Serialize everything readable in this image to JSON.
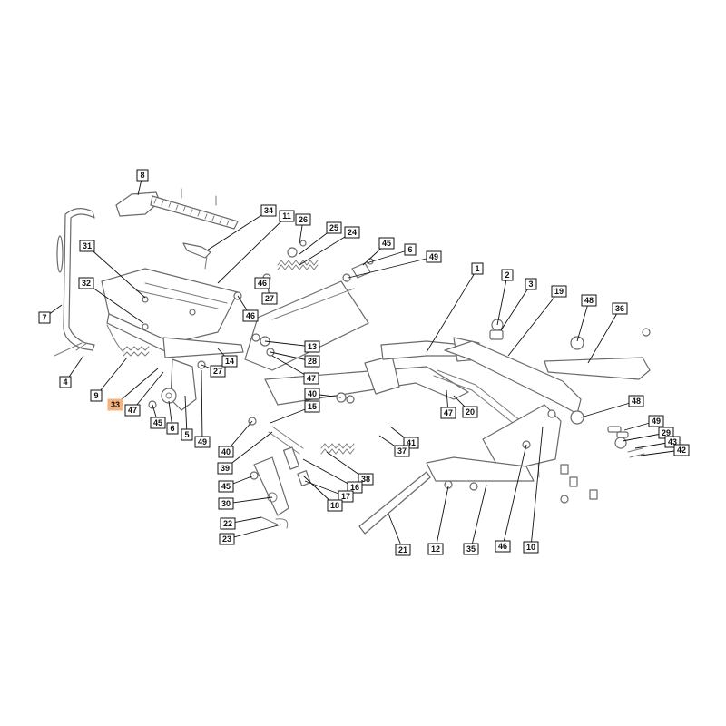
{
  "colors": {
    "line": "#6a6a6a",
    "callout_border": "#111111",
    "highlight": "#f6b27a"
  },
  "highlighted_part": "33",
  "callout_numbers": [
    "8",
    "34",
    "11",
    "26",
    "25",
    "24",
    "45",
    "6",
    "49",
    "31",
    "27",
    "46",
    "1",
    "2",
    "3",
    "19",
    "48",
    "36",
    "32",
    "7",
    "46",
    "13",
    "28",
    "47",
    "9",
    "27",
    "14",
    "40",
    "15",
    "47",
    "20",
    "33",
    "47",
    "45",
    "6",
    "5",
    "49",
    "48",
    "49",
    "29",
    "43",
    "42",
    "40",
    "41",
    "39",
    "37",
    "45",
    "38",
    "16",
    "30",
    "17",
    "18",
    "22",
    "23",
    "21",
    "12",
    "35",
    "46",
    "10",
    "4"
  ]
}
